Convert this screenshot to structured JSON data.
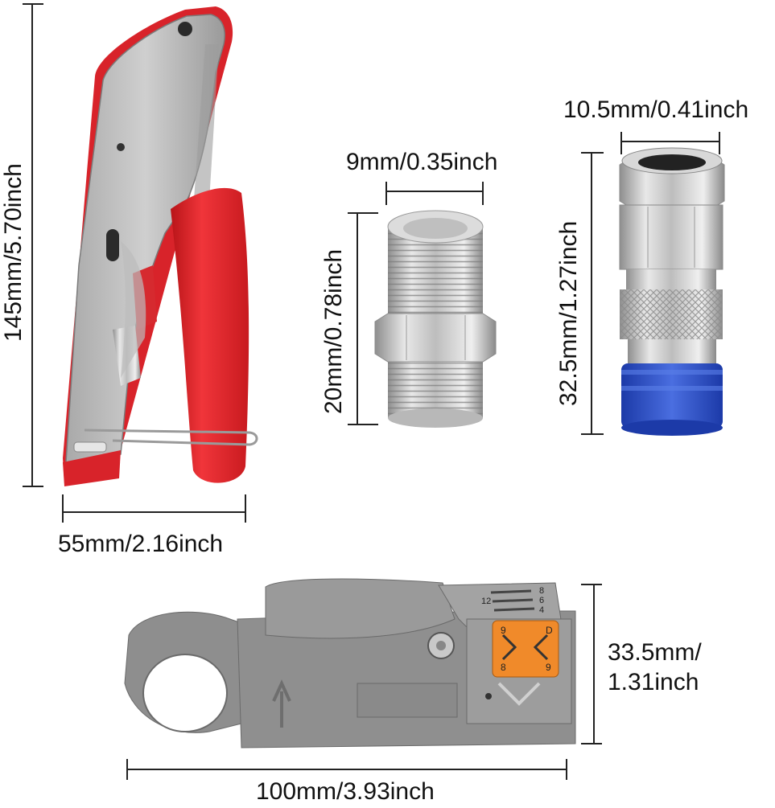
{
  "image": {
    "subject": "Coaxial cable tool kit with dimensions",
    "items": {
      "crimper": {
        "height_label": "145mm/5.70inch",
        "width_label": "55mm/2.16inch"
      },
      "barrel_connector": {
        "width_label": "9mm/0.35inch",
        "height_label": "20mm/0.78inch"
      },
      "compression_connector": {
        "width_label": "10.5mm/0.41inch",
        "height_label": "32.5mm/1.27inch"
      },
      "stripper": {
        "height_label_line1": "33.5mm/",
        "height_label_line2": "1.31inch",
        "width_label": "100mm/3.93inch",
        "dial_marks": [
          "12",
          "8",
          "6",
          "4"
        ],
        "blade_marks": [
          "9",
          "D",
          "8",
          "9"
        ]
      }
    },
    "colors": {
      "tool_gray": "#8c8c8c",
      "handle_red": "#e0262b",
      "metal": "#c9c9c9",
      "connector_blue": "#2a4fc9",
      "blade_orange": "#f08a2a"
    }
  }
}
